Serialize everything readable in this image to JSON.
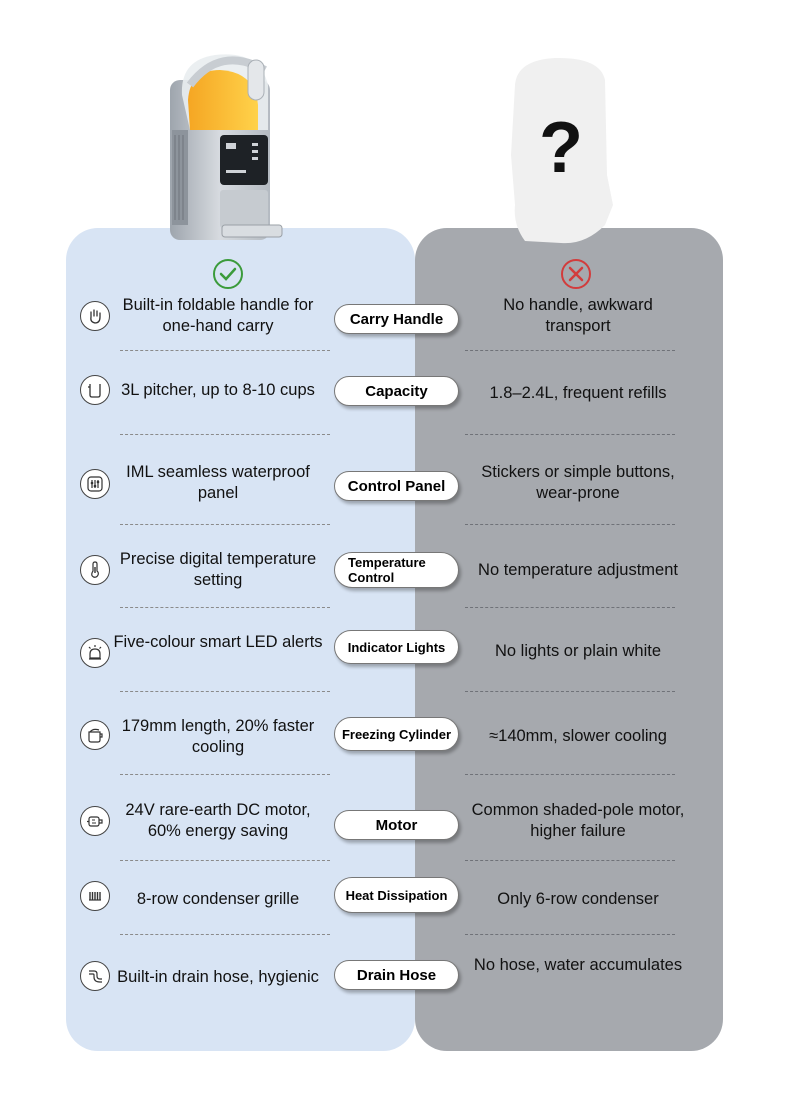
{
  "mystery_symbol": "?",
  "colors": {
    "left_panel": "#d8e4f4",
    "right_panel": "#a6a9ae",
    "check": "#3b9b3b",
    "cross": "#d23c3c"
  },
  "left_status_icon": "check-circle-icon",
  "right_status_icon": "x-circle-icon",
  "rows": [
    {
      "icon": "hand-icon",
      "feature": "Carry Handle",
      "ours": "Built-in foldable handle for one-hand carry",
      "theirs": "No handle, awkward transport"
    },
    {
      "icon": "pitcher-icon",
      "feature": "Capacity",
      "ours": "3L pitcher, up to 8-10 cups",
      "theirs": "1.8–2.4L, frequent refills"
    },
    {
      "icon": "sliders-icon",
      "feature": "Control Panel",
      "ours": "IML seamless waterproof panel",
      "theirs": "Stickers or simple buttons, wear-prone"
    },
    {
      "icon": "thermometer-icon",
      "feature": "Temperature Control",
      "ours": "Precise digital temperature setting",
      "theirs": "No temperature adjustment"
    },
    {
      "icon": "alarm-light-icon",
      "feature": "Indicator Lights",
      "ours": "Five-colour smart LED alerts",
      "theirs": "No lights or plain white"
    },
    {
      "icon": "cylinder-icon",
      "feature": "Freezing Cylinder",
      "ours": "179mm length, 20% faster cooling",
      "theirs": "≈140mm, slower cooling"
    },
    {
      "icon": "motor-icon",
      "feature": "Motor",
      "ours": "24V rare-earth DC motor, 60% energy saving",
      "theirs": "Common shaded-pole motor, higher failure"
    },
    {
      "icon": "grille-icon",
      "feature": "Heat Dissipation",
      "ours": "8-row condenser grille",
      "theirs": "Only 6-row condenser"
    },
    {
      "icon": "hose-icon",
      "feature": "Drain Hose",
      "ours": "Built-in drain hose, hygienic",
      "theirs": "No hose, water accumulates"
    }
  ]
}
